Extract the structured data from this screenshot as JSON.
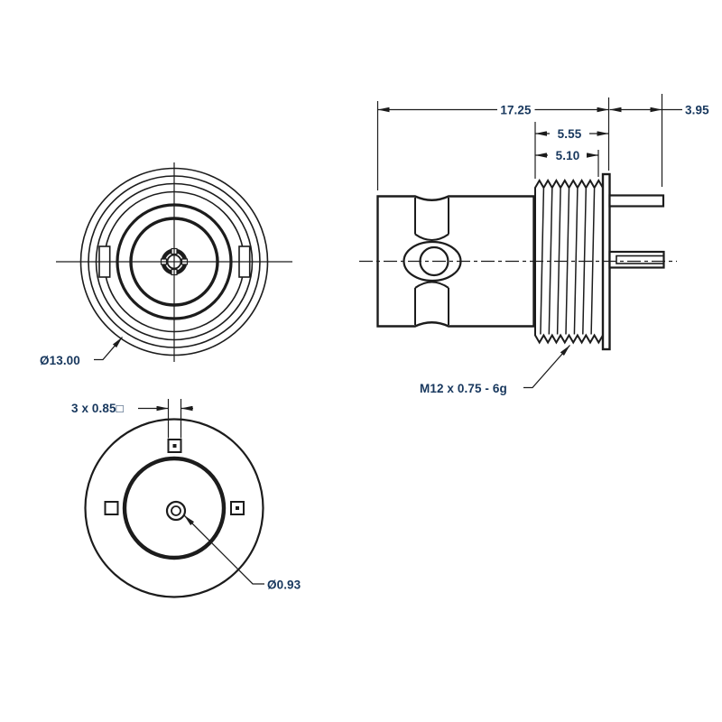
{
  "colors": {
    "background": "#ffffff",
    "line": "#1c1c1c",
    "dim_text": "#17375d"
  },
  "views": {
    "front": {
      "diameter_label": "Ø13.00"
    },
    "side": {
      "overall_length": "17.25",
      "pin_length": "3.95",
      "thread_length": "5.55",
      "thread_effective": "5.10",
      "thread_spec": "M12 x 0.75 - 6g"
    },
    "rear": {
      "pin_square_label": "3 x 0.85□",
      "center_pin_diameter": "Ø0.93"
    }
  }
}
